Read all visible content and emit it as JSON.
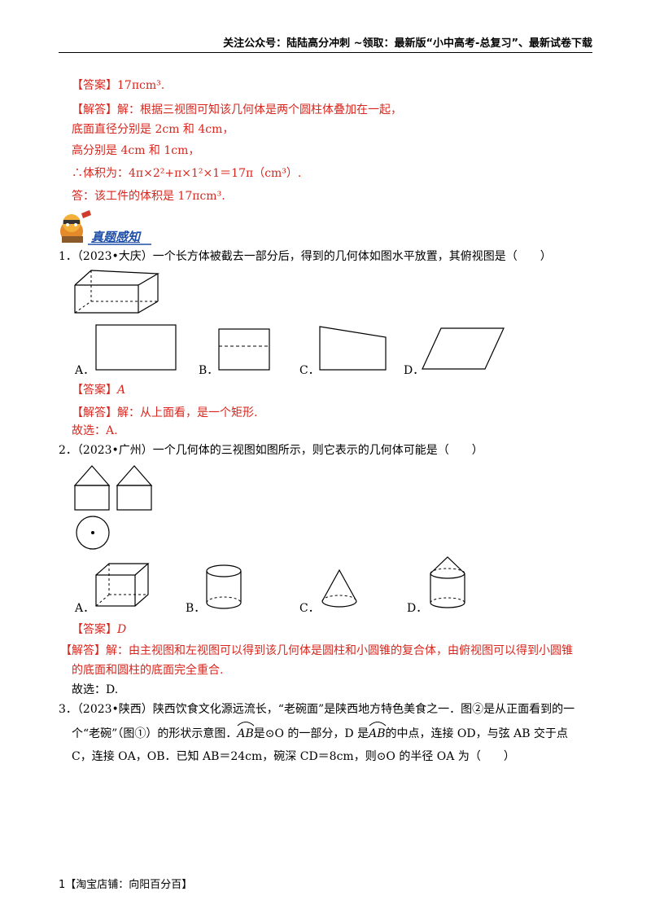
{
  "header": {
    "text": "关注公众号：陆陆高分冲刺 ~领取：最新版“小中高考-总复习”、最新试卷下载"
  },
  "prev_solution": {
    "answer_label": "【答案】",
    "answer_value": "17πcm³.",
    "jieda_label": "【解答】",
    "line1": "解：根据三视图可知该几何体是两个圆柱体叠加在一起，",
    "line2": "底面直径分别是 2cm 和 4cm，",
    "line3": "高分别是 4cm 和 1cm，",
    "line4": "∴体积为：4π×2²+π×1²×1＝17π（cm³）.",
    "line5": "答：该工件的体积是 17πcm³."
  },
  "section_title": "真题感知",
  "q1": {
    "stem": "1．（2023•大庆）一个长方体被截去一部分后，得到的几何体如图水平放置，其俯视图是（　　）",
    "options": [
      "A．",
      "B．",
      "C．",
      "D．"
    ],
    "answer_label": "【答案】",
    "answer_value": "A",
    "jieda_label": "【解答】",
    "jieda_text": "解：从上面看，是一个矩形.",
    "choose": "故选：A."
  },
  "q2": {
    "stem": "2．（2023•广州）一个几何体的三视图如图所示，则它表示的几何体可能是（　　）",
    "options": [
      "A．",
      "B．",
      "C．",
      "D．"
    ],
    "answer_label": "【答案】",
    "answer_value": "D",
    "jieda_label": "【解答】",
    "jieda_line1": "解：由主视图和左视图可以得到该几何体是圆柱和小圆锥的复合体，由俯视图可以得到小圆锥",
    "jieda_line2": "的底面和圆柱的底面完全重合.",
    "choose": "故选：D."
  },
  "q3": {
    "line1": "3．（2023•陕西）陕西饮食文化源远流长，“老碗面”是陕西地方特色美食之一．图②是从正面看到的一",
    "line2_a": "个“老碗”（图①）的形状示意图．",
    "arc1": "AB",
    "line2_b": "是⊙O 的一部分，D 是",
    "arc2": "AB",
    "line2_c": "的中点，连接 OD，与弦 AB 交于点",
    "line3": "C，连接 OA，OB．已知 AB＝24cm，碗深 CD＝8cm，则⊙O 的半径 OA 为（　　）"
  },
  "footer": {
    "text": "1【淘宝店铺：向阳百分百】"
  }
}
